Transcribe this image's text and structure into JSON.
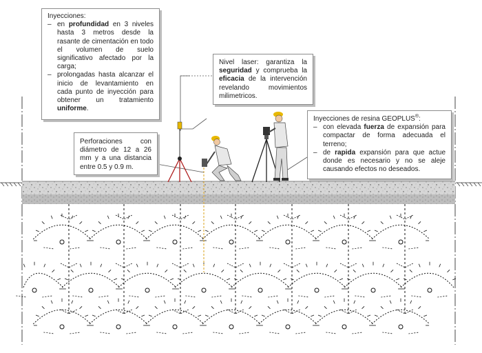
{
  "callouts": {
    "injections": {
      "heading": "Inyecciones:",
      "items": [
        {
          "dash": "–",
          "pre": "en ",
          "bold": "profundidad",
          "post": " en 3 niveles hasta 3 metros desde la rasante de cimentación en todo el volumen de suelo significativo afectado por la carga;"
        },
        {
          "dash": "–",
          "pre": "prolongadas hasta alcanzar el inicio de levantamiento en cada punto de inyección para obtener un tratamiento ",
          "bold": "uniforme",
          "post": "."
        }
      ]
    },
    "laser": {
      "pre": "Nivel laser: garantiza la ",
      "bold1": "seguridad",
      "mid": " y comprueba la ",
      "bold2": "eficacia",
      "post": " de la intervención revelando movimientos milimetricos."
    },
    "drilling": {
      "text": "Perforaciones con diámetro de 12 a 26 mm y a una distancia entre 0.5 y 0.9 m."
    },
    "resin": {
      "heading": "Inyecciones de resina GEOPLUS",
      "heading_sup": "®",
      "heading_end": ":",
      "items": [
        {
          "dash": "–",
          "pre": "con elevada ",
          "bold": "fuerza",
          "post": " de expansión para compactar de forma adecuada el terreno;"
        },
        {
          "dash": "–",
          "pre": "de ",
          "bold": "rapida",
          "post": " expansión para que actue donde es necesario y no se aleje causando efectos no deseados."
        }
      ]
    }
  },
  "colors": {
    "accent": "#e8b800",
    "drill_line": "#e0b040",
    "slab": "#d6d6d6",
    "soil_pattern": "#111111"
  },
  "icons": {
    "workers": "worker-figures",
    "tripods": "tripod-stands"
  }
}
